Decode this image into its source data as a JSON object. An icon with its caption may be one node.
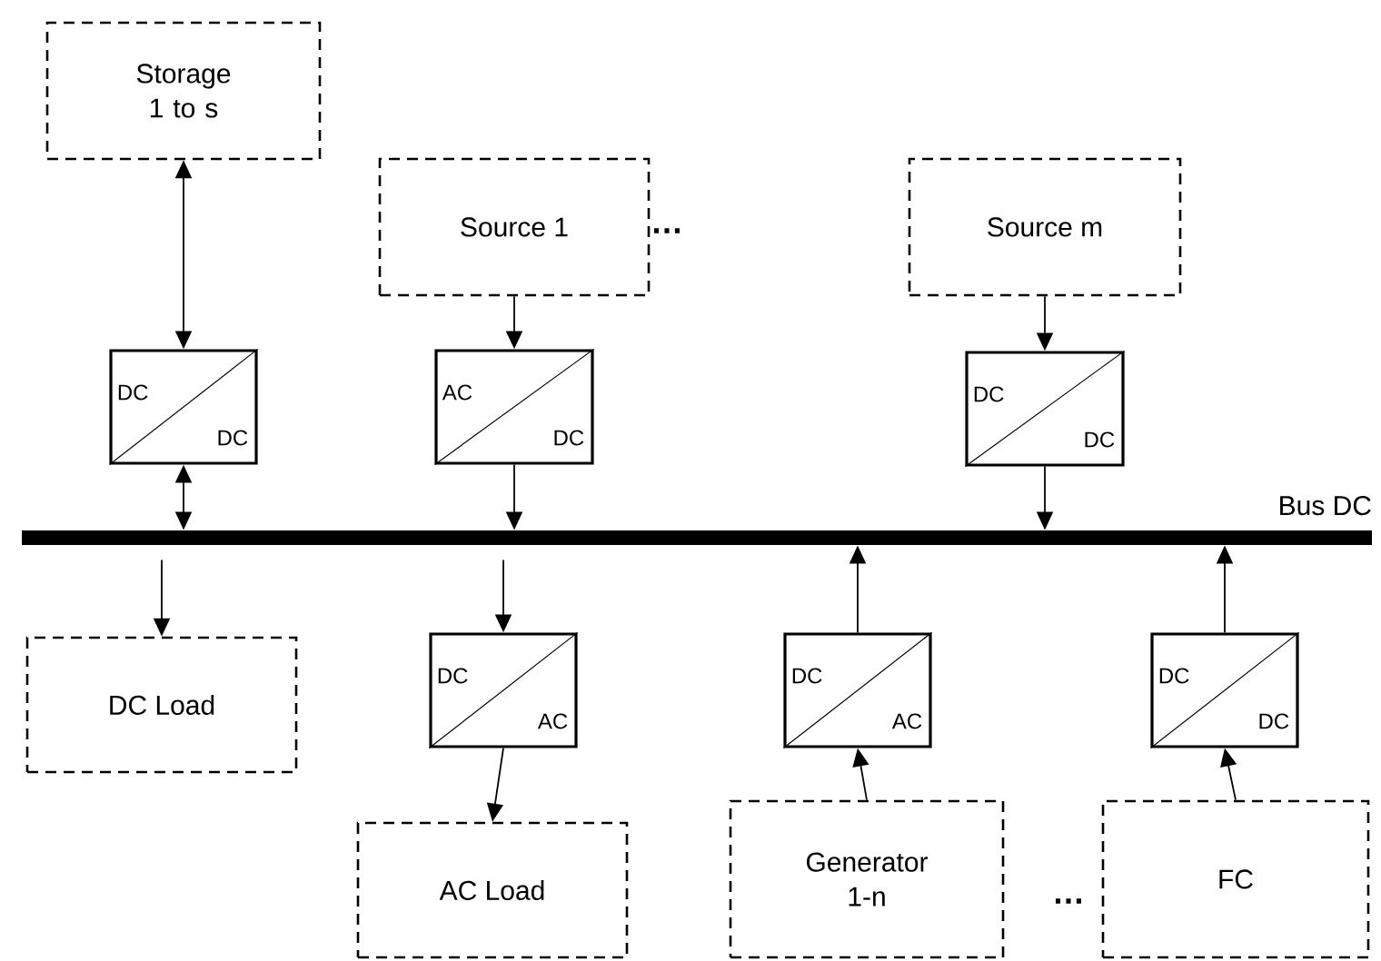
{
  "diagram": {
    "nodes": [
      {
        "text": [
          "Storage 1 to s"
        ]
      },
      {
        "text": [
          "Source 1"
        ]
      },
      {
        "text": [
          "Source m"
        ]
      },
      {
        "text": [
          "Bus DC"
        ]
      },
      {
        "text": [
          "DC",
          "DC"
        ]
      },
      {
        "text": [
          "AC",
          "DC"
        ]
      },
      {
        "text": [
          "DC",
          "DC"
        ]
      },
      {
        "text": [
          "DC Load"
        ]
      },
      {
        "text": [
          "DC",
          "AC"
        ]
      },
      {
        "text": [
          "AC Load"
        ]
      },
      {
        "text": [
          "DC",
          "AC"
        ]
      },
      {
        "text": [
          "DC",
          "DC"
        ]
      },
      {
        "text": [
          "Generator 1-n"
        ]
      },
      {
        "text": [
          "FC"
        ]
      }
    ],
    "edges": [
      {
        "from": 0,
        "to": 4,
        "arrow": "both"
      },
      {
        "from": 4,
        "to": 3,
        "arrow": "both"
      },
      {
        "from": 1,
        "to": 5,
        "arrow": "to"
      },
      {
        "from": 5,
        "to": 3,
        "arrow": "to"
      },
      {
        "from": 2,
        "to": 6,
        "arrow": "to"
      },
      {
        "from": 6,
        "to": 3,
        "arrow": "to"
      },
      {
        "from": 3,
        "to": 7,
        "arrow": "to"
      },
      {
        "from": 3,
        "to": 8,
        "arrow": "to"
      },
      {
        "from": 8,
        "to": 9,
        "arrow": "to"
      },
      {
        "from": 10,
        "to": 3,
        "arrow": "to"
      },
      {
        "from": 11,
        "to": 3,
        "arrow": "to"
      },
      {
        "from": 12,
        "to": 10,
        "arrow": "to"
      },
      {
        "from": 13,
        "to": 11,
        "arrow": "to"
      }
    ],
    "labels": [
      "…",
      "…"
    ]
  }
}
